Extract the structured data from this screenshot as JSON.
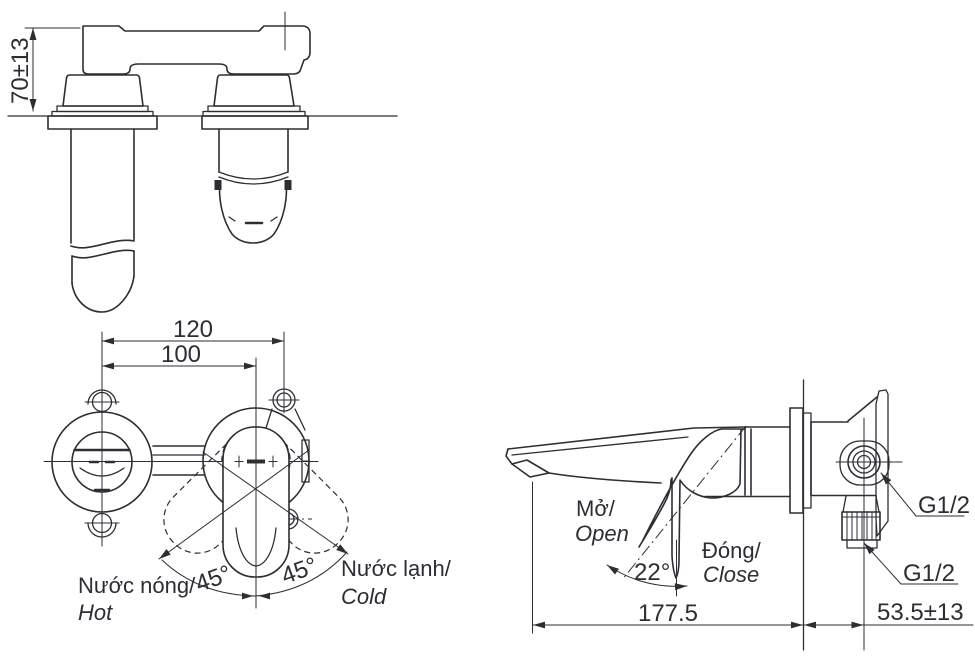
{
  "drawing": {
    "title": "Wall-mounted basin mixer installation drawing",
    "line_color": "#2b2e33",
    "background_color": "#ffffff",
    "top_view": {
      "dim_height": "70±13"
    },
    "front_view": {
      "dim_hole_spacing": "120",
      "dim_center_spacing": "100",
      "angle_left": "45°",
      "angle_right": "45°",
      "label_hot_vi": "Nước nóng/",
      "label_hot_en": "Hot",
      "label_cold_vi": "Nước lạnh/",
      "label_cold_en": "Cold"
    },
    "side_view": {
      "label_open_vi": "Mở/",
      "label_open_en": "Open",
      "label_close_vi": "Đóng/",
      "label_close_en": "Close",
      "angle_open": "22°",
      "thread_top": "G1/2",
      "thread_bottom": "G1/2",
      "dim_spout_reach": "177.5",
      "dim_wall_depth": "53.5±13"
    }
  }
}
